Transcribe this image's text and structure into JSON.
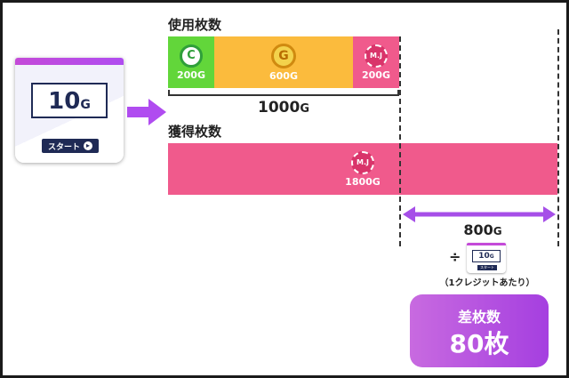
{
  "machine_card": {
    "amount_value": "10",
    "amount_unit": "G",
    "start_label": "スタート",
    "start_icon": "circle-arrow-right-icon"
  },
  "used": {
    "label": "使用枚数",
    "segments": [
      {
        "coin": "C",
        "value": "200G",
        "color": "#62d63a"
      },
      {
        "coin": "G",
        "value": "600G",
        "color": "#fbbb3d"
      },
      {
        "coin": "M.J",
        "value": "200G",
        "color": "#f05a8c"
      }
    ],
    "total_value": "1000",
    "total_unit": "G"
  },
  "won": {
    "label": "獲得枚数",
    "coin": "M.J",
    "value": "1800G",
    "color": "#f05a8c"
  },
  "difference": {
    "value": "800",
    "unit": "G",
    "divide_symbol": "÷",
    "mini_card_value": "10",
    "mini_card_unit": "G",
    "mini_card_start": "スタート",
    "per_credit_note": "（1クレジットあたり）"
  },
  "result": {
    "label": "差枚数",
    "value": "80枚",
    "color_start": "#c86ae0",
    "color_end": "#a53fe0"
  }
}
